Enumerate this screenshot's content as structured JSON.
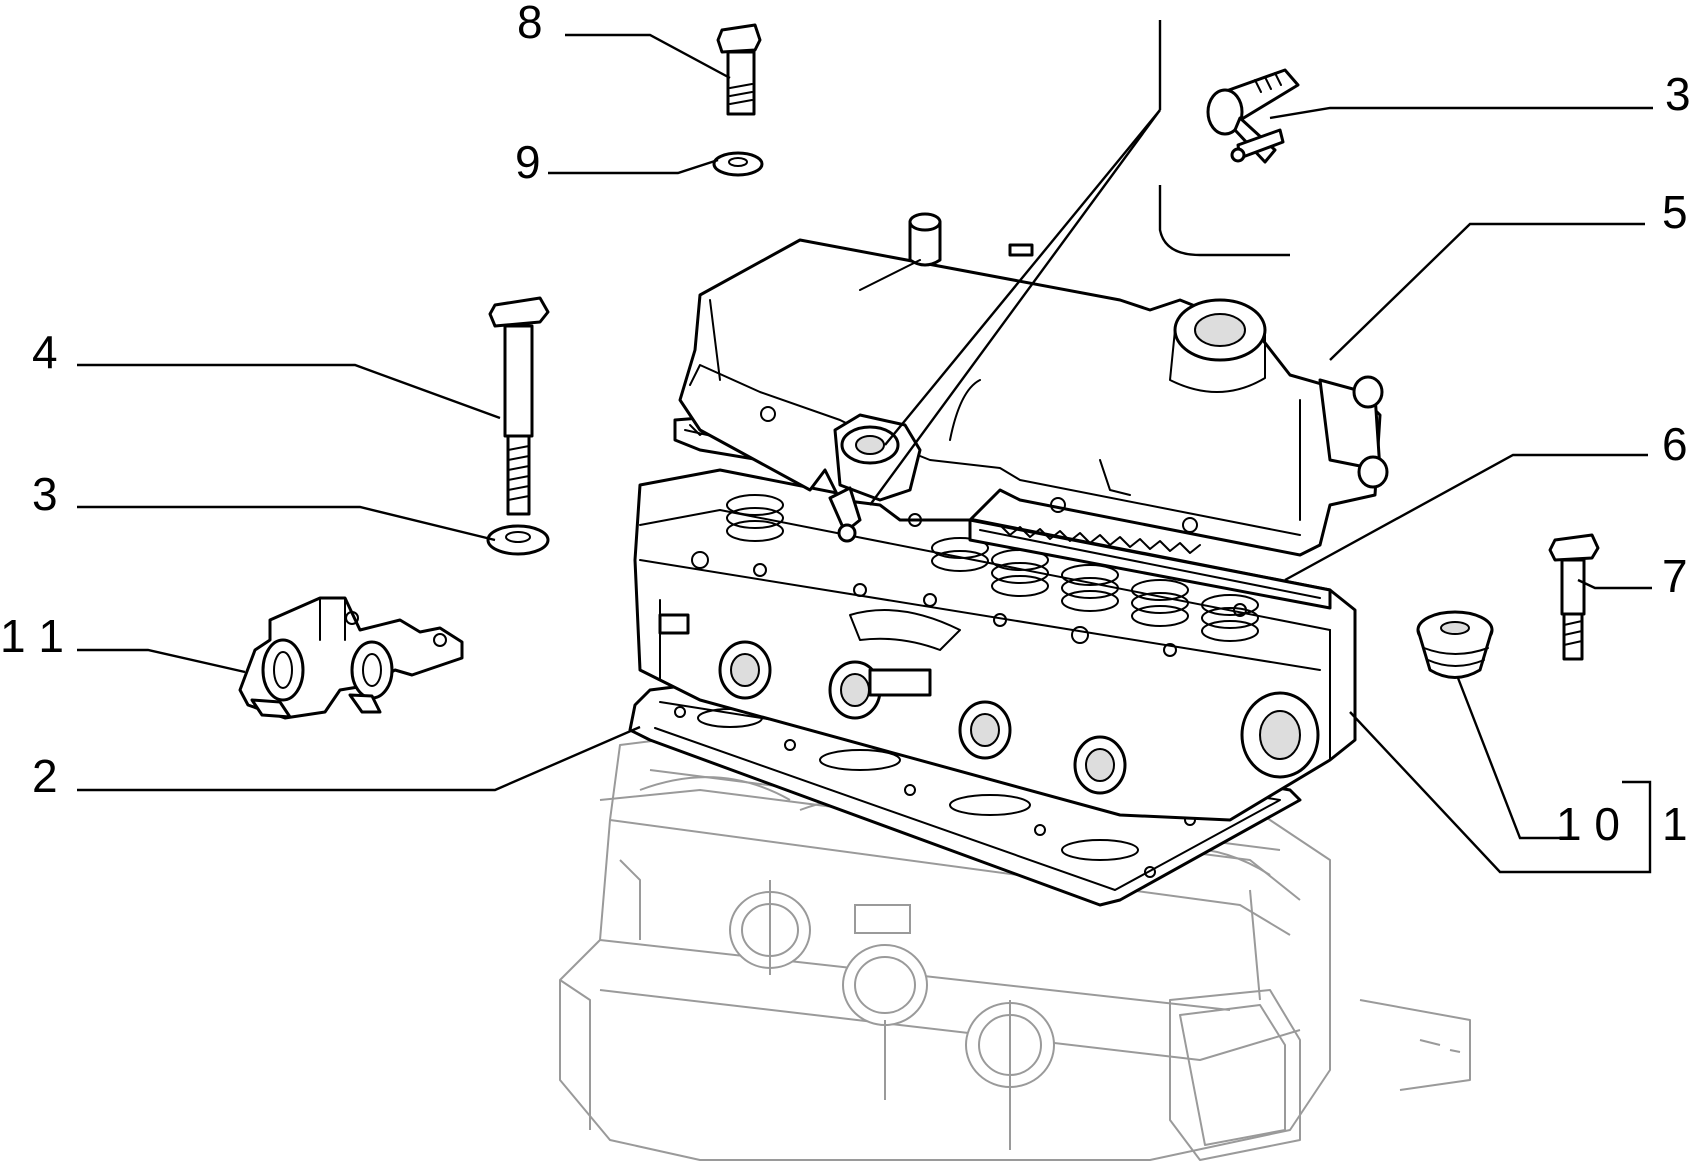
{
  "callouts": {
    "c1": "1",
    "c2": "2",
    "c3a": "3",
    "c3b": "3",
    "c4": "4",
    "c5": "5",
    "c6": "6",
    "c7": "7",
    "c8": "8",
    "c9": "9",
    "c10": "1 0",
    "c11": "1 1"
  },
  "parts": [
    {
      "ref": "1",
      "name": "cylinder-head-assembly"
    },
    {
      "ref": "2",
      "name": "head-gasket"
    },
    {
      "ref": "3",
      "name": "washer / breather fitting"
    },
    {
      "ref": "4",
      "name": "head-bolt"
    },
    {
      "ref": "5",
      "name": "valve-cover"
    },
    {
      "ref": "6",
      "name": "valve-cover-gasket"
    },
    {
      "ref": "7",
      "name": "stud-bolt"
    },
    {
      "ref": "8",
      "name": "cover-bolt"
    },
    {
      "ref": "9",
      "name": "cover-washer"
    },
    {
      "ref": "10",
      "name": "plug"
    },
    {
      "ref": "11",
      "name": "lifting-bracket"
    }
  ],
  "line_color": "#000000",
  "ghost_color": "#9a9a9a"
}
